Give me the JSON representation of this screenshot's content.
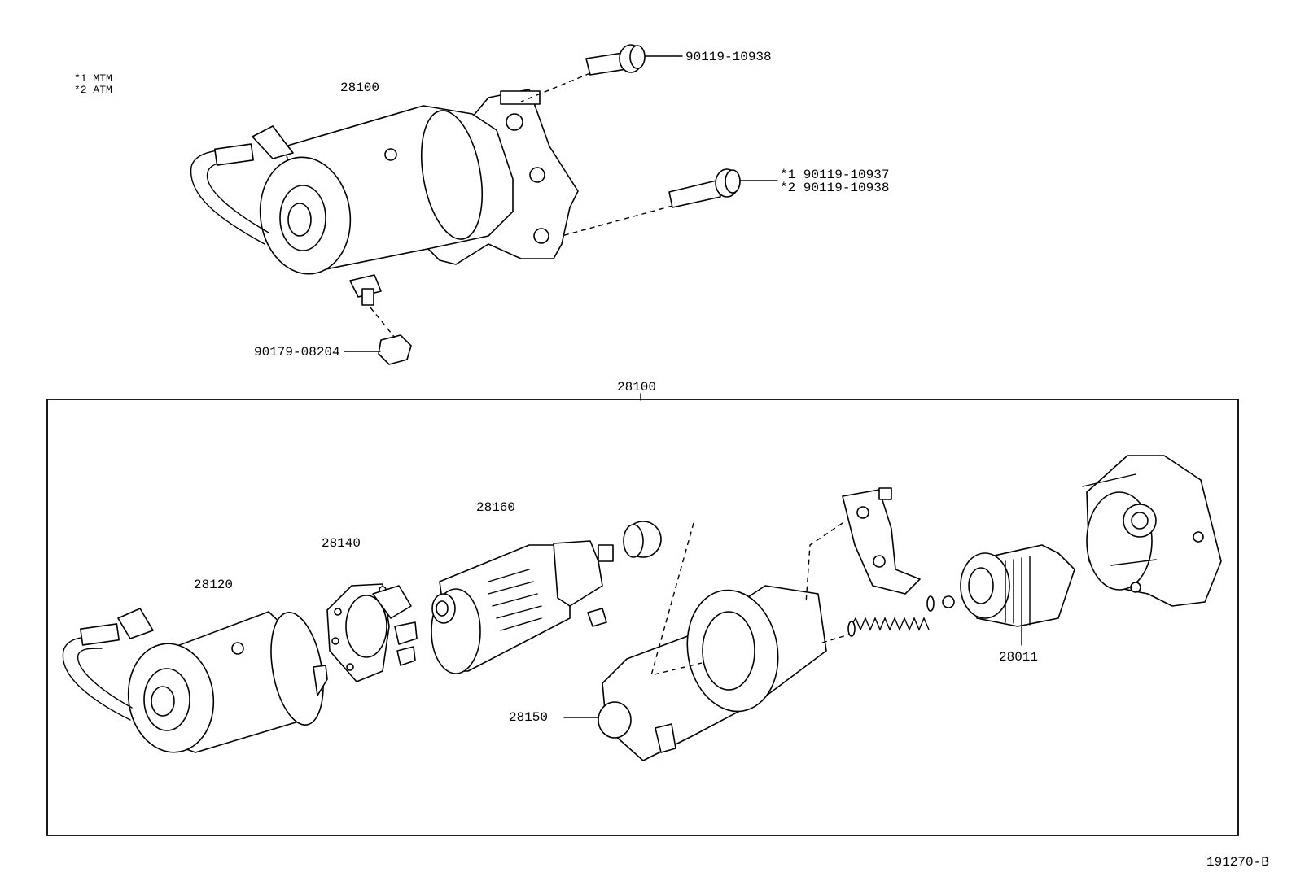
{
  "legend": [
    {
      "mark": "*1",
      "text": "MTM"
    },
    {
      "mark": "*2",
      "text": "ATM"
    }
  ],
  "callouts": {
    "assembly_top": "28100",
    "bolt_top": "90119-10938",
    "bolt_mid_1": "*1  90119-10937",
    "bolt_mid_2": "*2  90119-10938",
    "nut": "90179-08204",
    "assembly_frame": "28100",
    "yoke": "28120",
    "brush_holder": "28140",
    "armature": "28160",
    "magnetic_switch": "28150",
    "clutch": "28011"
  },
  "figure_id": "191270-B"
}
